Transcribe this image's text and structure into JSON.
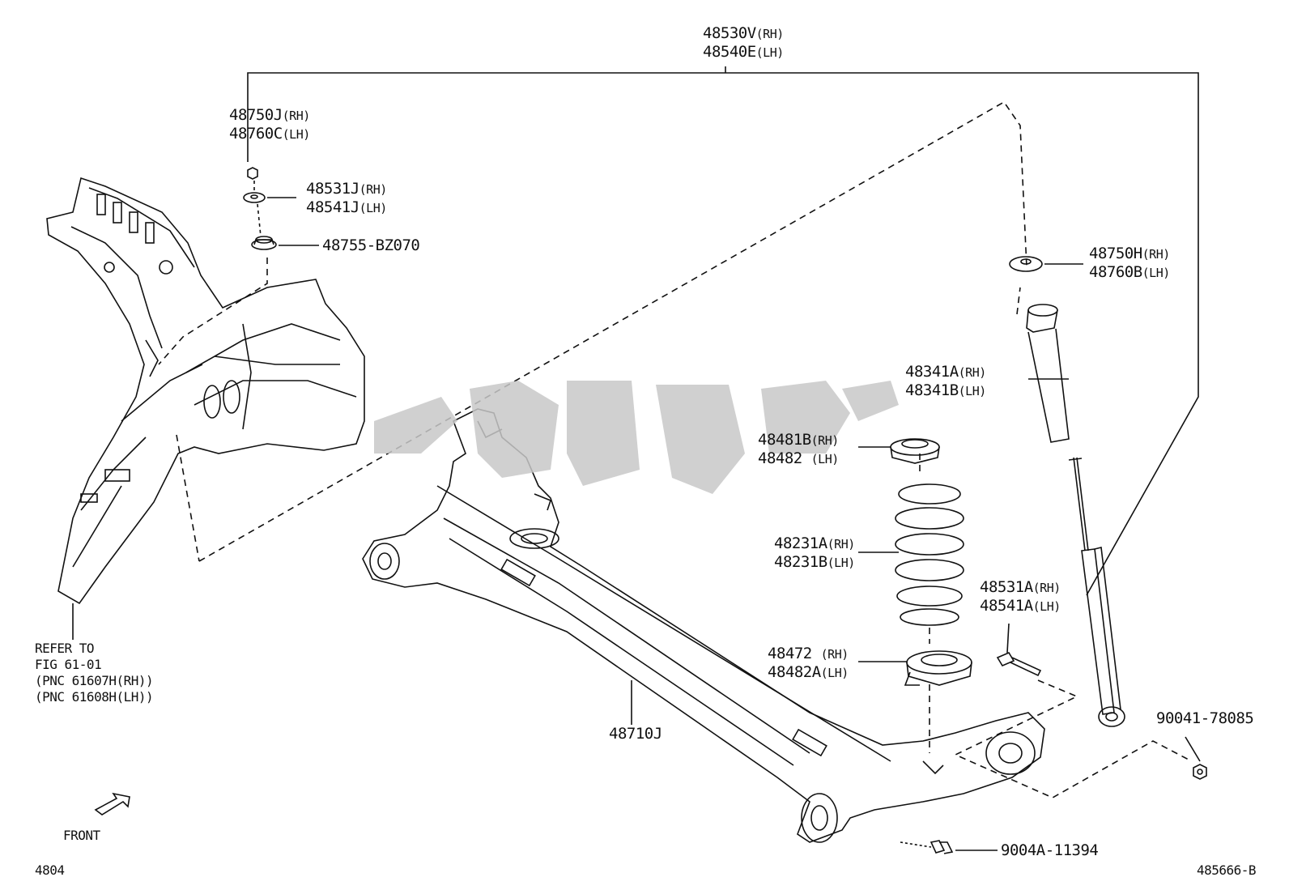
{
  "labels": {
    "shock_assy": {
      "line1": "48530V",
      "sfx1": "(RH)",
      "line2": "48540E",
      "sfx2": "(LH)"
    },
    "upper_nut": {
      "line1": "48750J",
      "sfx1": "(RH)",
      "line2": "48760C",
      "sfx2": "(LH)"
    },
    "washer": {
      "line1": "48531J",
      "sfx1": "(RH)",
      "line2": "48541J",
      "sfx2": "(LH)"
    },
    "cushion": {
      "line1": "48755-BZ070"
    },
    "upper_support": {
      "line1": "48750H",
      "sfx1": "(RH)",
      "line2": "48760B",
      "sfx2": "(LH)"
    },
    "bump_boot": {
      "line1": "48341A",
      "sfx1": "(RH)",
      "line2": "48341B",
      "sfx2": "(LH)"
    },
    "upper_insulator": {
      "line1": "48481B",
      "sfx1": "(RH)",
      "line2": "48482",
      "sfx2": "(LH)"
    },
    "coil_spring": {
      "line1": "48231A",
      "sfx1": "(RH)",
      "line2": "48231B",
      "sfx2": "(LH)"
    },
    "lower_bolt": {
      "line1": "48531A",
      "sfx1": "(RH)",
      "line2": "48541A",
      "sfx2": "(LH)"
    },
    "lower_insulator": {
      "line1": "48472",
      "sfx1": "(RH)",
      "line2": "48482A",
      "sfx2": "(LH)"
    },
    "axle_beam": {
      "line1": "48710J"
    },
    "nut": {
      "line1": "90041-78085"
    },
    "bolt": {
      "line1": "9004A-11394"
    },
    "refer": {
      "line1": "REFER TO",
      "line2": "FIG 61-01",
      "line3": "(PNC 61607H(RH))",
      "line4": "(PNC 61608H(LH))"
    },
    "front": "FRONT",
    "page_code": "4804",
    "diagram_code": "485666-B"
  }
}
